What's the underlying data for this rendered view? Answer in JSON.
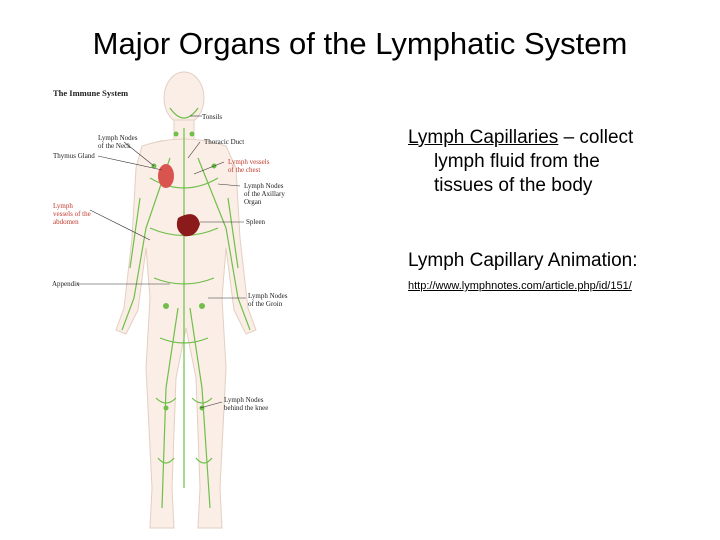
{
  "slide": {
    "title": "Major Organs of the Lymphatic System"
  },
  "figure": {
    "heading": "The Immune System",
    "labels": {
      "tonsils": "Tonsils",
      "neck_nodes": "Lymph Nodes\nof the Neck",
      "thoracic_duct": "Thoracic Duct",
      "thymus": "Thymus Gland",
      "chest_vessels": "Lymph vessels\nof the chest",
      "axillary": "Lymph Nodes\nof the Axillary\nOrgan",
      "spleen": "Spleen",
      "abdomen_vessels": "Lymph\nvessels of the\nabdomen",
      "appendix": "Appendix",
      "groin": "Lymph Nodes\nof the Groin",
      "knee": "Lymph Nodes\nbehind the knee"
    }
  },
  "content": {
    "bullet1": {
      "term": "Lymph Capillaries",
      "rest": " – collect",
      "line2": "lymph fluid from the",
      "line3": "tissues of the body"
    },
    "bullet2": "Lymph Capillary Animation:",
    "link": "http://www.lymphnotes.com/article.php/id/151/"
  },
  "colors": {
    "vessel": "#6fbf4a",
    "spleen": "#8b1a1a",
    "heart": "#d9534f",
    "label_red": "#c0392b"
  }
}
